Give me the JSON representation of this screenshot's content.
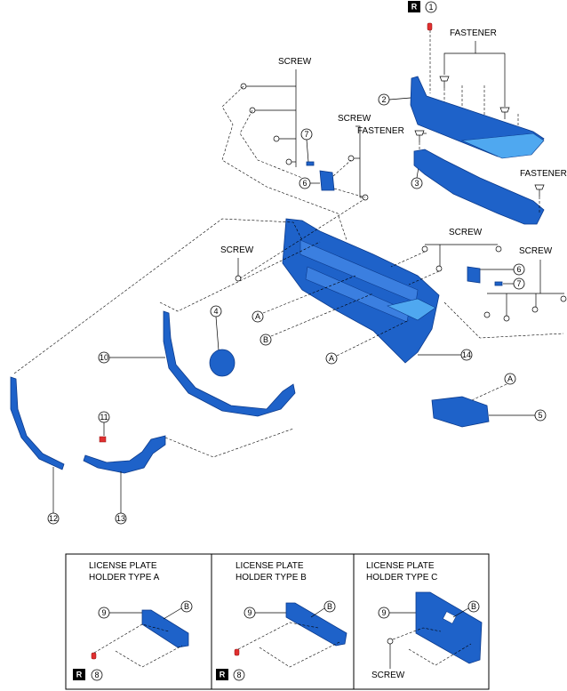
{
  "labels": {
    "screw": "SCREW",
    "fastener": "FASTENER",
    "r": "R",
    "callout_a": "A",
    "callout_b": "B"
  },
  "parts": {
    "p1": "1",
    "p2": "2",
    "p3": "3",
    "p4": "4",
    "p5": "5",
    "p6": "6",
    "p7": "7",
    "p8": "8",
    "p9": "9",
    "p10": "10",
    "p11": "11",
    "p12": "12",
    "p13": "13",
    "p14": "14"
  },
  "panels": {
    "a_line1": "LICENSE PLATE",
    "a_line2": "HOLDER TYPE A",
    "b_line1": "LICENSE PLATE",
    "b_line2": "HOLDER TYPE B",
    "c_line1": "LICENSE PLATE",
    "c_line2": "HOLDER TYPE C"
  },
  "colors": {
    "part_blue": "#1e62c9",
    "part_light": "#4fa8f0",
    "red_part": "#e03030"
  }
}
